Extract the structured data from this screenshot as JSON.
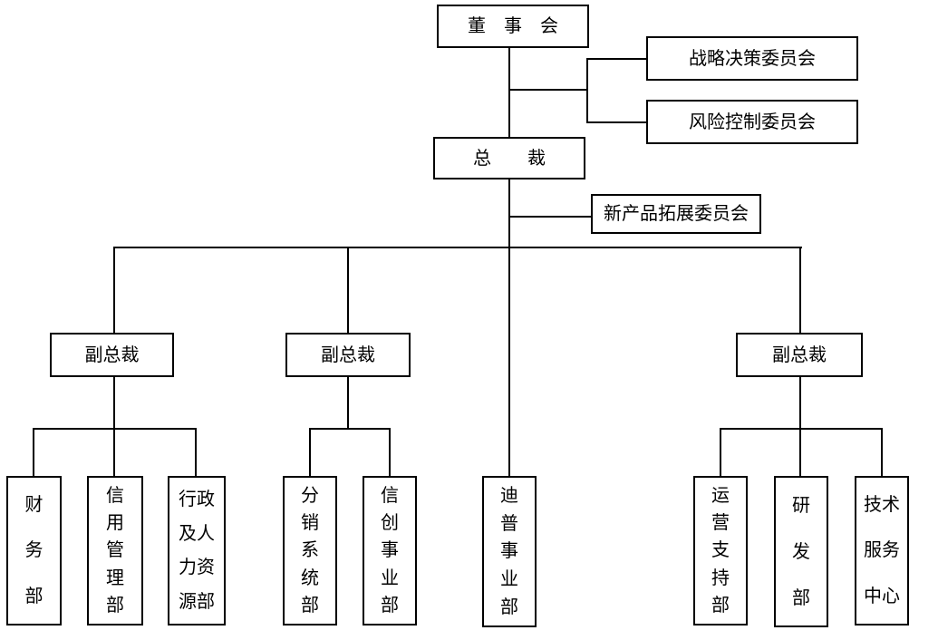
{
  "colors": {
    "line": "#000000",
    "box_border": "#000000",
    "background": "#ffffff",
    "text": "#000000"
  },
  "nodes": {
    "board": {
      "label": "董　事　会"
    },
    "strategy_committee": {
      "label": "战略决策委员会"
    },
    "risk_committee": {
      "label": "风险控制委员会"
    },
    "president": {
      "label": "总　　裁"
    },
    "new_product_committee": {
      "label": "新产品拓展委员会"
    },
    "vp_left": {
      "label": "副总裁"
    },
    "vp_middle": {
      "label": "副总裁"
    },
    "vp_right": {
      "label": "副总裁"
    },
    "finance": {
      "label": "财务部",
      "lines": [
        "财",
        "务",
        "部"
      ]
    },
    "credit": {
      "label": "信用管理部",
      "lines": [
        "信",
        "用",
        "管",
        "理",
        "部"
      ]
    },
    "admin_hr": {
      "label": "行政及人力资源部",
      "lines": [
        "行政",
        "及人",
        "力资",
        "源部"
      ]
    },
    "distribution": {
      "label": "分销系统部",
      "lines": [
        "分",
        "销",
        "系",
        "统",
        "部"
      ]
    },
    "xinchuang": {
      "label": "信创事业部",
      "lines": [
        "信",
        "创",
        "事",
        "业",
        "部"
      ]
    },
    "dipu": {
      "label": "迪普事业部",
      "lines": [
        "迪",
        "普",
        "事",
        "业",
        "部"
      ]
    },
    "operations": {
      "label": "运营支持部",
      "lines": [
        "运",
        "营",
        "支",
        "持",
        "部"
      ]
    },
    "rnd": {
      "label": "研发部",
      "lines": [
        "研",
        "发",
        "部"
      ]
    },
    "tech_service": {
      "label": "技术服务中心",
      "lines": [
        "技术",
        "服务",
        "中心"
      ]
    }
  },
  "edges": [
    [
      "board",
      "strategy_committee"
    ],
    [
      "board",
      "risk_committee"
    ],
    [
      "board",
      "president"
    ],
    [
      "president",
      "new_product_committee"
    ],
    [
      "president",
      "vp_left"
    ],
    [
      "president",
      "vp_middle"
    ],
    [
      "president",
      "vp_right"
    ],
    [
      "president",
      "dipu"
    ],
    [
      "vp_left",
      "finance"
    ],
    [
      "vp_left",
      "credit"
    ],
    [
      "vp_left",
      "admin_hr"
    ],
    [
      "vp_middle",
      "distribution"
    ],
    [
      "vp_middle",
      "xinchuang"
    ],
    [
      "vp_right",
      "operations"
    ],
    [
      "vp_right",
      "rnd"
    ],
    [
      "vp_right",
      "tech_service"
    ]
  ]
}
